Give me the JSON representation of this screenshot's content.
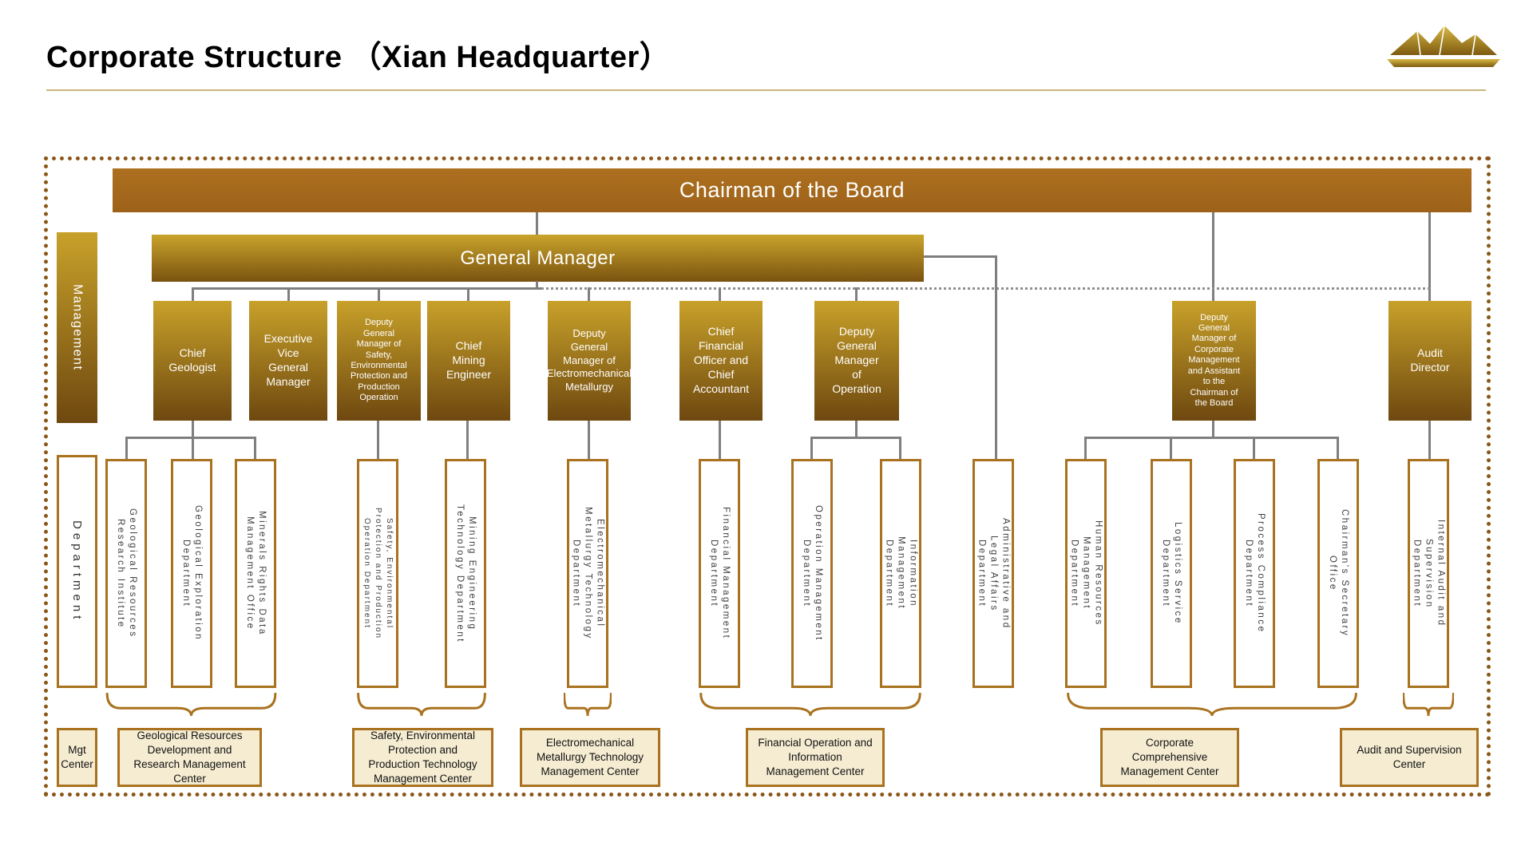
{
  "header": {
    "title": "Corporate Structure （Xian Headquarter）",
    "logo": "gold-mountain-logo"
  },
  "colors": {
    "bar_brown": "#A5671C",
    "gold_top": "#C8A12A",
    "gold_bottom": "#6E480F",
    "box_border_brown": "#A9721F",
    "cream": "#F5ECD2",
    "frame_dotted": "#8B5718",
    "connector_gray": "#7F7F7F"
  },
  "org": {
    "chairman": "Chairman of the Board",
    "general_manager": "General Manager",
    "row_labels": {
      "management": "Management",
      "department": "Department"
    },
    "managers": [
      {
        "label": "Chief\nGeologist"
      },
      {
        "label": "Executive\nVice\nGeneral\nManager"
      },
      {
        "label": "Deputy\nGeneral\nManager of\nSafety,\nEnvironmental\nProtection and\nProduction\nOperation"
      },
      {
        "label": "Chief\nMining\nEngineer"
      },
      {
        "label": "Deputy\nGeneral\nManager of\nElectromechanical\nMetallurgy"
      },
      {
        "label": "Chief\nFinancial\nOfficer and\nChief\nAccountant"
      },
      {
        "label": "Deputy\nGeneral\nManager\nof\nOperation"
      },
      {
        "label": "Deputy\nGeneral\nManager of\nCorporate\nManagement\nand Assistant\nto the\nChairman of\nthe Board"
      },
      {
        "label": "Audit\nDirector"
      }
    ],
    "departments": [
      {
        "label": "Geological Resources\nResearch Institute"
      },
      {
        "label": "Geological Exploration\nDepartment"
      },
      {
        "label": "Minerals Rights Data\nManagement Office"
      },
      {
        "label": "Safety, Environmental\nProtection and Production\nOperation Department"
      },
      {
        "label": "Mining Engineering\nTechnology Department"
      },
      {
        "label": "Electromechanical\nMetallurgy Technology\nDepartment"
      },
      {
        "label": "Financial Management\nDepartment"
      },
      {
        "label": "Operation Management\nDepartment"
      },
      {
        "label": "Information\nManagement\nDepartment"
      },
      {
        "label": "Administrative and\nLegal Affairs\nDepartment"
      },
      {
        "label": "Human Resources\nManagement\nDepartment"
      },
      {
        "label": "Logistics Service\nDepartment"
      },
      {
        "label": "Process Compliance\nDepartment"
      },
      {
        "label": "Chairman's Secretary\nOffice"
      },
      {
        "label": "Internal Audit and\nSupervision\nDepartment"
      }
    ],
    "centers": [
      {
        "label": "Mgt\nCenter"
      },
      {
        "label": "Geological Resources\nDevelopment and\nResearch Management\nCenter"
      },
      {
        "label": "Safety, Environmental\nProtection and\nProduction Technology\nManagement Center"
      },
      {
        "label": "Electromechanical\nMetallurgy Technology\nManagement Center"
      },
      {
        "label": "Financial Operation and\nInformation\nManagement Center"
      },
      {
        "label": "Corporate\nComprehensive\nManagement Center"
      },
      {
        "label": "Audit and Supervision\nCenter"
      }
    ]
  }
}
